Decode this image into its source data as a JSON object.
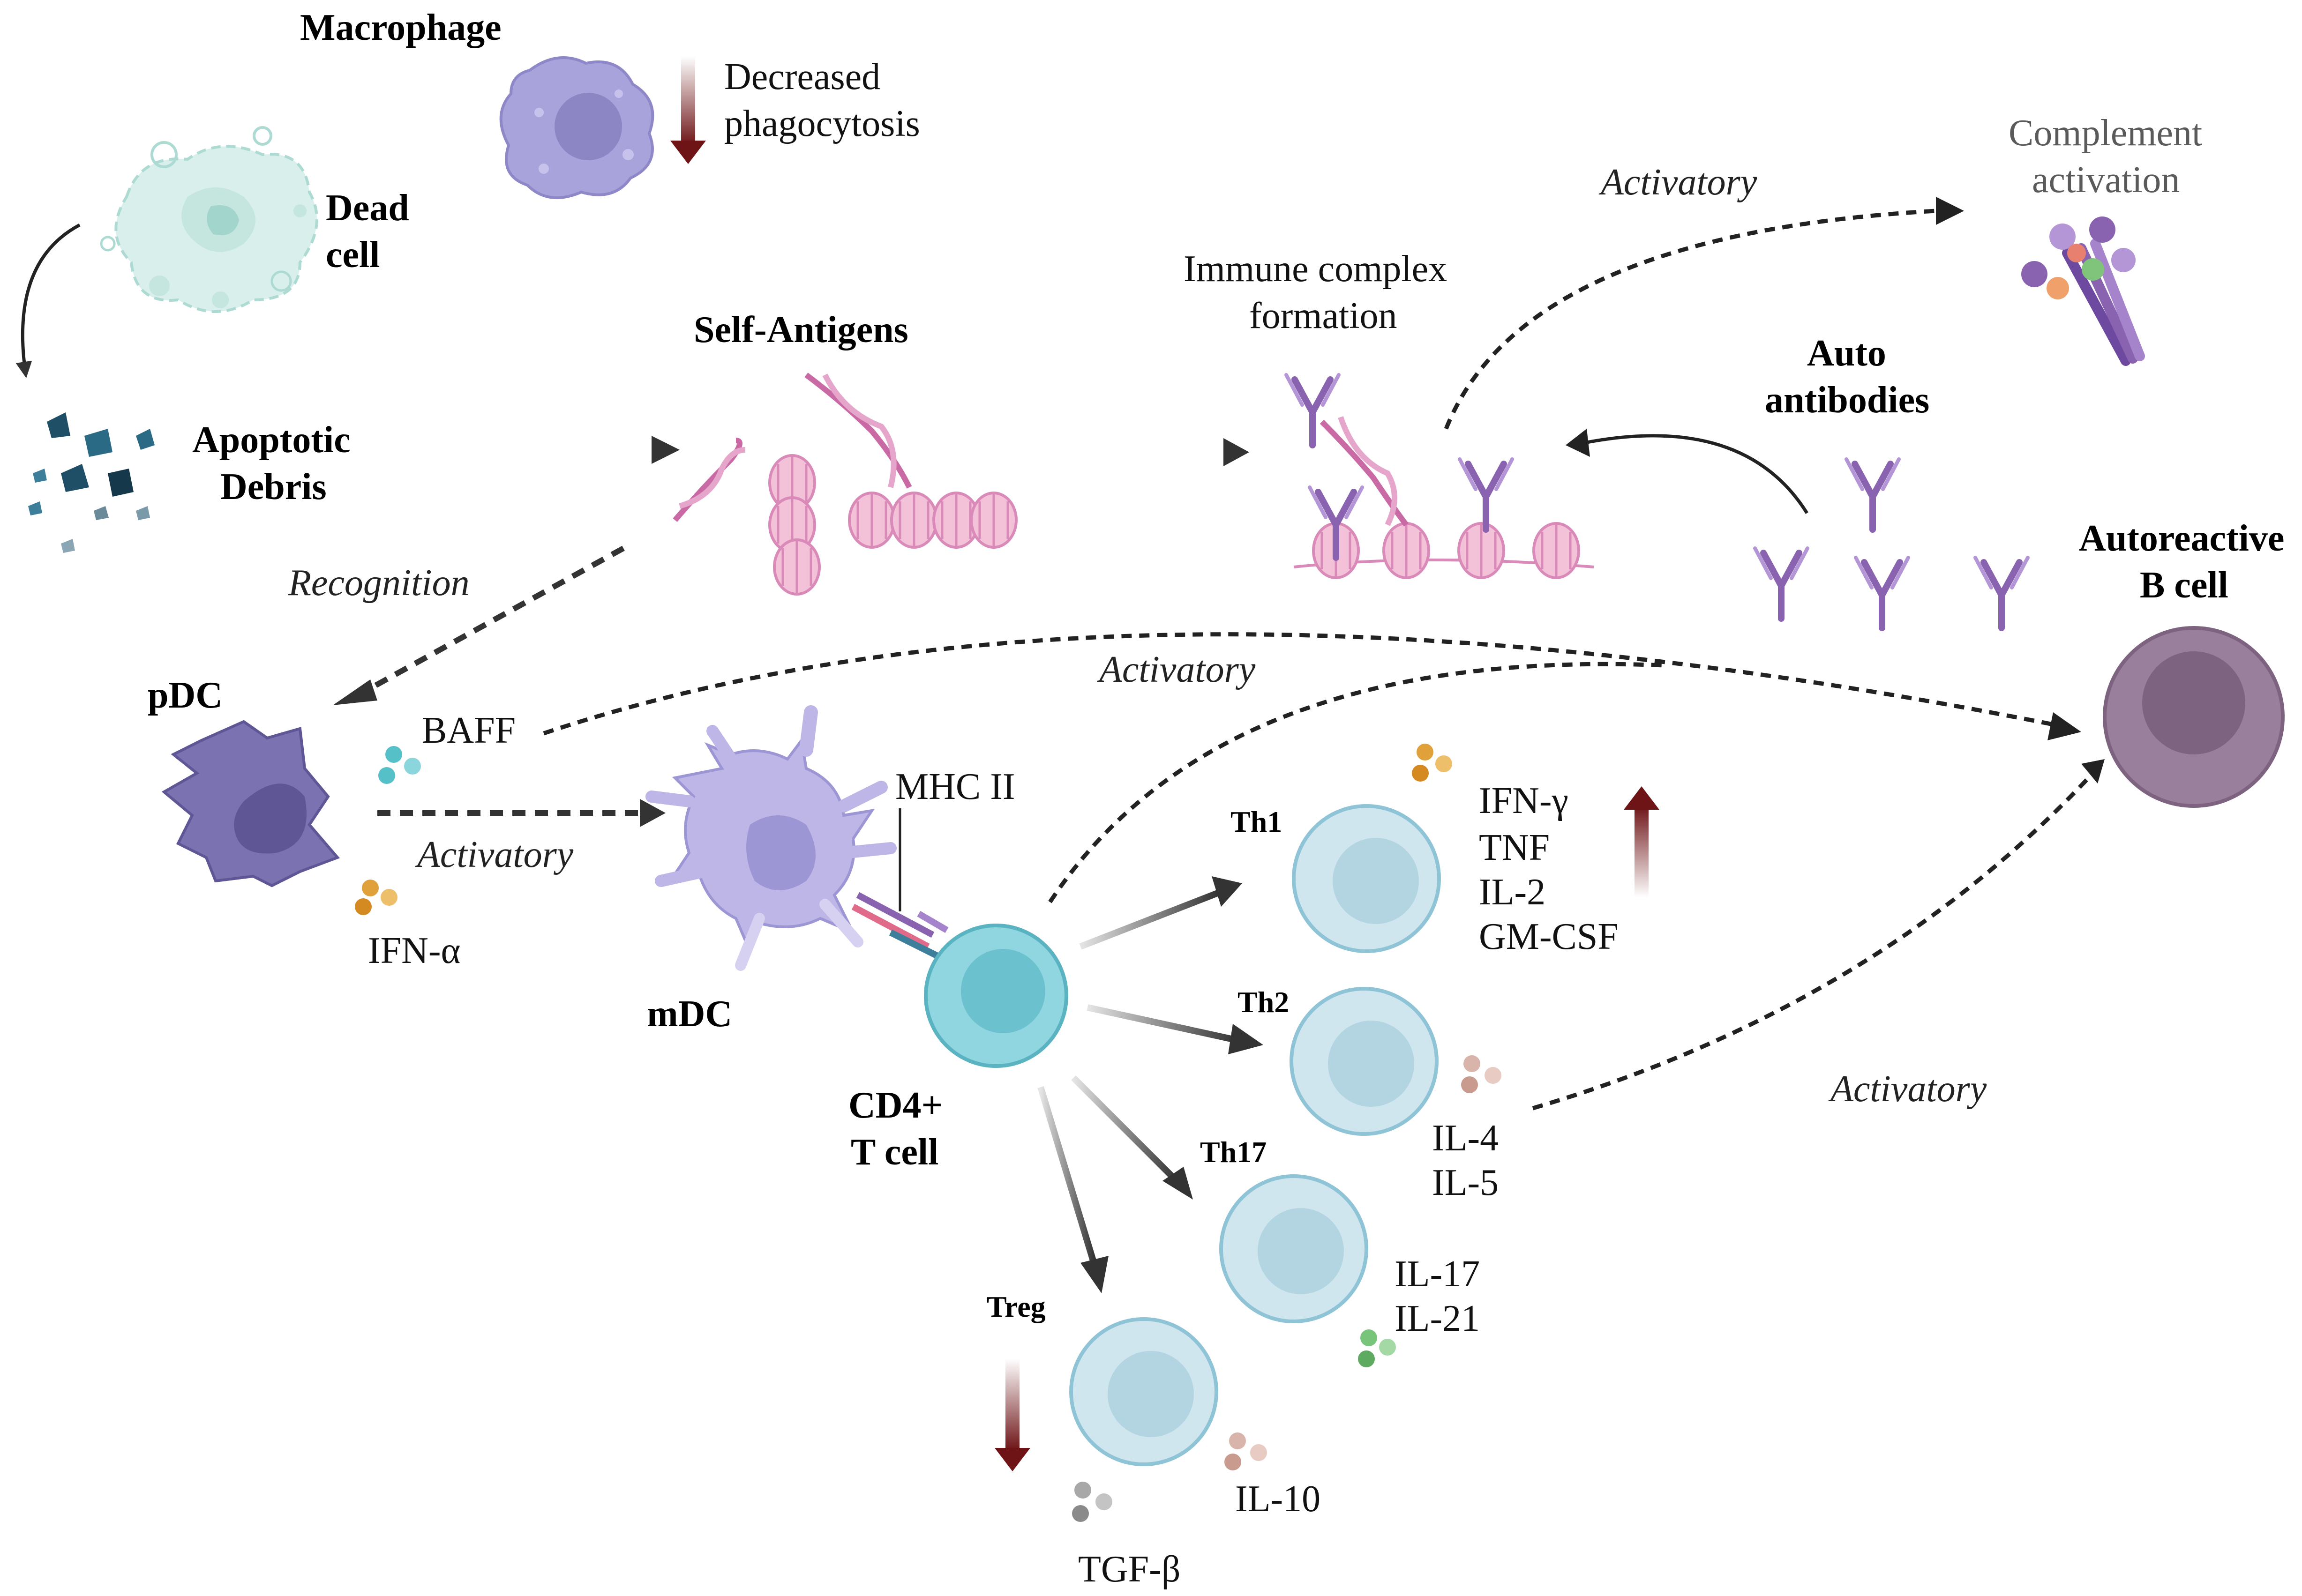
{
  "labels": {
    "macrophage": "Macrophage",
    "decreased_1": "Decreased",
    "decreased_2": "phagocytosis",
    "dead_1": "Dead",
    "dead_2": "cell",
    "apoptotic_1": "Apoptotic",
    "apoptotic_2": "Debris",
    "self_antigens": "Self-Antigens",
    "immune_complex_1": "Immune complex",
    "immune_complex_2": "formation",
    "activatory_top": "Activatory",
    "complement_1": "Complement",
    "complement_2": "activation",
    "auto_1": "Auto",
    "auto_2": "antibodies",
    "recognition": "Recognition",
    "autoreactive_1": "Autoreactive",
    "autoreactive_2": "B cell",
    "pdc": "pDC",
    "baff": "BAFF",
    "activatory_mid": "Activatory",
    "activatory_pdc": "Activatory",
    "ifn_alpha": "IFN-α",
    "mhc_ii": "MHC II",
    "mdc": "mDC",
    "cd4_1": "CD4+",
    "cd4_2": "T cell",
    "th1": "Th1",
    "th2": "Th2",
    "th17": "Th17",
    "treg": "Treg",
    "th1_cytokines": [
      "IFN-γ",
      "TNF",
      "IL-2",
      "GM-CSF"
    ],
    "th2_cytokines": [
      "IL-4",
      "IL-5"
    ],
    "th17_cytokines": [
      "IL-17",
      "IL-21"
    ],
    "il10": "IL-10",
    "tgfb": "TGF-β",
    "activatory_right": "Activatory"
  },
  "colors": {
    "macrophage": "#a9a3dc",
    "dead_cell": "#bfe3dc",
    "debris": "#1f4f66",
    "pink": "#d98ab8",
    "antibody": "#8a63b0",
    "pdc": "#7b73b1",
    "mdc": "#bdb6e6",
    "t_cell": "#8fd6e0",
    "th_cell": "#cfe6ef",
    "b_cell": "#9a7f9c",
    "up_down_arrow": "#6e1416",
    "gold_dot": "#e0a03a",
    "teal_dot": "#55c0c8",
    "green_dot": "#79c47b",
    "tan_dot": "#d9b4aa",
    "gray_dot": "#a8a8a8"
  },
  "icons": [
    "macrophage-icon",
    "dead-cell-icon",
    "debris-icon",
    "dna-icon",
    "nucleosome-icon",
    "antibody-icon",
    "complement-icon",
    "pdc-icon",
    "mdc-icon",
    "t-cell-icon",
    "b-cell-icon",
    "cytokine-dots-icon"
  ]
}
